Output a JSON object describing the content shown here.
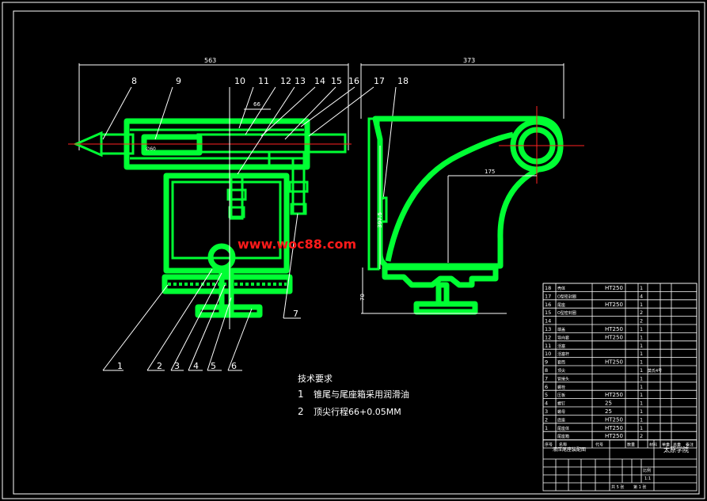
{
  "colors": {
    "background": "#000000",
    "part": "#00ff33",
    "line": "#ffffff",
    "center": "#ff2222",
    "watermark": "#ff1a1a"
  },
  "dims": {
    "left_width": "563",
    "right_width": "373",
    "d1": "66",
    "d2": "175",
    "d3": "397.5",
    "d4": "70",
    "d5": "∅60"
  },
  "left_labels": [
    "8",
    "9",
    "10",
    "11",
    "12",
    "13",
    "14",
    "15",
    "16",
    "17",
    "18"
  ],
  "bottom_labels": [
    "1",
    "2",
    "3",
    "4",
    "5",
    "6"
  ],
  "side_label": "7",
  "watermark": "www.woc88.com",
  "tech": {
    "title": "技术要求",
    "n1": "1",
    "t1": "锥尾与尾座箱采用润滑油",
    "n2": "2",
    "t2": "顶尖行程66+0.05MM"
  },
  "bom": [
    {
      "no": "18",
      "name": "壳体",
      "mat": "HT250",
      "qty": "1",
      "note": ""
    },
    {
      "no": "17",
      "name": "O型密封圈",
      "mat": "",
      "qty": "4",
      "note": ""
    },
    {
      "no": "16",
      "name": "尾座",
      "mat": "HT250",
      "qty": "1",
      "note": ""
    },
    {
      "no": "15",
      "name": "O型密封圈",
      "mat": "",
      "qty": "2",
      "note": ""
    },
    {
      "no": "14",
      "name": "",
      "mat": "",
      "qty": "2",
      "note": ""
    },
    {
      "no": "13",
      "name": "端盖",
      "mat": "HT250",
      "qty": "1",
      "note": ""
    },
    {
      "no": "12",
      "name": "导向套",
      "mat": "HT250",
      "qty": "1",
      "note": ""
    },
    {
      "no": "11",
      "name": "活塞",
      "mat": "",
      "qty": "1",
      "note": ""
    },
    {
      "no": "10",
      "name": "活塞杆",
      "mat": "",
      "qty": "1",
      "note": ""
    },
    {
      "no": "9",
      "name": "套筒",
      "mat": "HT250",
      "qty": "1",
      "note": ""
    },
    {
      "no": "8",
      "name": "顶尖",
      "mat": "",
      "qty": "1",
      "note": "莫氏4号"
    },
    {
      "no": "7",
      "name": "管接头",
      "mat": "",
      "qty": "1",
      "note": ""
    },
    {
      "no": "6",
      "name": "螺栓",
      "mat": "",
      "qty": "1",
      "note": ""
    },
    {
      "no": "5",
      "name": "压板",
      "mat": "HT250",
      "qty": "1",
      "note": ""
    },
    {
      "no": "4",
      "name": "螺钉",
      "mat": "25",
      "qty": "1",
      "note": ""
    },
    {
      "no": "3",
      "name": "螺母",
      "mat": "25",
      "qty": "1",
      "note": ""
    },
    {
      "no": "2",
      "name": "底座",
      "mat": "HT250",
      "qty": "1",
      "note": ""
    },
    {
      "no": "1",
      "name": "尾座体",
      "mat": "HT250",
      "qty": "1",
      "note": ""
    },
    {
      "no": "",
      "name": "尾座箱",
      "mat": "HT250",
      "qty": "2",
      "note": ""
    }
  ],
  "bom_head": {
    "no": "序号",
    "name": "名称",
    "code": "代号",
    "qty": "数量",
    "mat": "材料",
    "weight": "单重",
    "total": "总重",
    "note": "备注"
  },
  "title_block": {
    "drawing_name": "液压尾座装配图",
    "school": "太原学院",
    "scale_label": "比例",
    "scale": "1:1",
    "sheet": "共 5 张",
    "sheet2": "第 1 张"
  }
}
